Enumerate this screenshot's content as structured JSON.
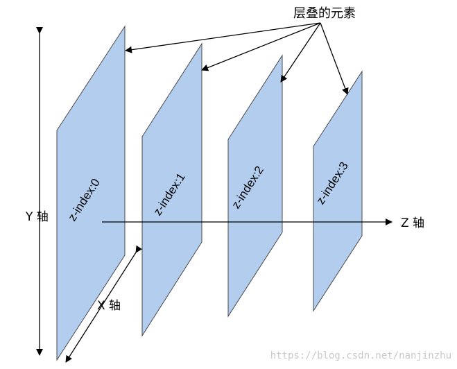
{
  "callout": {
    "label": "层叠的元素"
  },
  "axes": {
    "y_label": "Y 轴",
    "x_label": "X 轴",
    "z_label": "Z 轴"
  },
  "planes": [
    {
      "label": "z-index:0"
    },
    {
      "label": "z-index:1"
    },
    {
      "label": "z-index:2"
    },
    {
      "label": "z-index:3"
    }
  ],
  "watermark": "https://blog.csdn.net/nanjinzhu",
  "colors": {
    "plane_fill": "#b2cdee",
    "plane_stroke": "#4a4a4a"
  }
}
